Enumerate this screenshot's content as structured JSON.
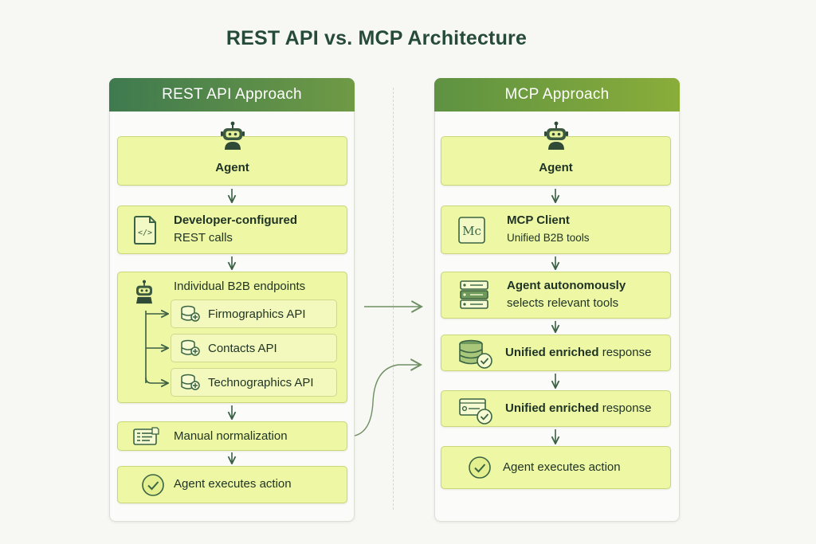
{
  "title": "REST API vs. MCP Architecture",
  "colors": {
    "header_left": "#4f8a4c",
    "header_right": "#7aa53f",
    "box_fill": "#eef7a4",
    "box_border": "#c9d67a",
    "connector": "#6f8f62",
    "icon": "#3a6444"
  },
  "rest": {
    "header": "REST API Approach",
    "agent": {
      "label": "Agent",
      "icon": "robot-icon"
    },
    "configured": {
      "line1": "Developer-configured",
      "line2": "REST calls",
      "icon": "code-file-icon"
    },
    "endpoints": {
      "label": "Individual B2B endpoints",
      "icon": "robot-icon",
      "items": [
        {
          "label": "Firmographics API",
          "icon": "database-plus-icon"
        },
        {
          "label": "Contacts API",
          "icon": "database-plus-icon"
        },
        {
          "label": "Technographics API",
          "icon": "database-plus-icon"
        }
      ]
    },
    "normalization": {
      "label": "Manual normalization",
      "icon": "document-list-icon"
    },
    "execute": {
      "label": "Agent executes action",
      "icon": "check-circle-icon"
    }
  },
  "mcp": {
    "header": "MCP Approach",
    "agent": {
      "label": "Agent",
      "icon": "robot-icon"
    },
    "client": {
      "title": "MCP Client",
      "subtitle": "Unified B2B tools",
      "icon": "mc-logo-icon"
    },
    "select": {
      "line1": "Agent autonomously",
      "line2": "selects relevant tools",
      "icon": "server-stack-icon"
    },
    "response1": {
      "strong": "Unified enriched",
      "rest": " response",
      "icon": "database-check-icon"
    },
    "response2": {
      "strong": "Unified enriched",
      "rest": " response",
      "icon": "window-check-icon"
    },
    "execute": {
      "label": "Agent executes action",
      "icon": "check-circle-icon"
    }
  }
}
